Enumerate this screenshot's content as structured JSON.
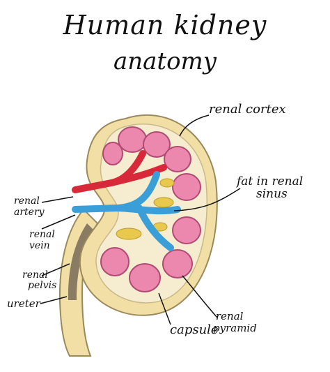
{
  "title": "Human kidney",
  "subtitle": "anatomy",
  "labels": {
    "renal_cortex": "renal cortex",
    "fat_in_renal_sinus_1": "fat in renal",
    "fat_in_renal_sinus_2": "sinus",
    "renal_artery_1": "renal",
    "renal_artery_2": "artery",
    "renal_vein_1": "renal",
    "renal_vein_2": "vein",
    "renal_pelvis_1": "renal",
    "renal_pelvis_2": "pelvis",
    "ureter": "ureter",
    "capsule": "capsule",
    "renal_pyramid_1": "renal",
    "renal_pyramid_2": "pyramid"
  },
  "colors": {
    "capsule": "#f2dfa6",
    "cortex": "#f6edd0",
    "pyramid": "#ec88ad",
    "artery": "#d8293a",
    "vein": "#3a9fd8",
    "fat": "#e8c94e",
    "ureter": "#8a7c62"
  }
}
